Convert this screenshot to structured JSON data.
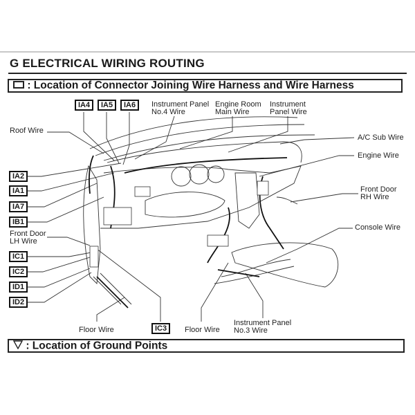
{
  "header": {
    "title": "G  ELECTRICAL WIRING ROUTING"
  },
  "sections": {
    "connectors": {
      "icon": "square-icon",
      "label": ": Location of Connector Joining Wire Harness and Wire Harness"
    },
    "ground_points": {
      "icon": "triangle-down-icon",
      "label": ": Location of Ground Points"
    }
  },
  "connectors": {
    "IA4": "IA4",
    "IA5": "IA5",
    "IA6": "IA6",
    "IA2": "IA2",
    "IA1": "IA1",
    "IA7": "IA7",
    "IB1": "IB1",
    "IC1": "IC1",
    "IC2": "IC2",
    "ID1": "ID1",
    "ID2": "ID2",
    "IC3": "IC3"
  },
  "wire_labels": {
    "roof_wire": "Roof Wire",
    "ip_no4_line1": "Instrument Panel",
    "ip_no4_line2": "No.4 Wire",
    "engine_room_line1": "Engine Room",
    "engine_room_line2": "Main Wire",
    "ip_wire_line1": "Instrument",
    "ip_wire_line2": "Panel Wire",
    "ac_sub_wire": "A/C Sub Wire",
    "engine_wire": "Engine Wire",
    "front_door_rh_line1": "Front Door",
    "front_door_rh_line2": "RH Wire",
    "console_wire": "Console Wire",
    "front_door_lh_line1": "Front Door",
    "front_door_lh_line2": "LH Wire",
    "floor_wire_left": "Floor Wire",
    "floor_wire_right": "Floor Wire",
    "ip_no3_line1": "Instrument Panel",
    "ip_no3_line2": "No.3 Wire"
  }
}
